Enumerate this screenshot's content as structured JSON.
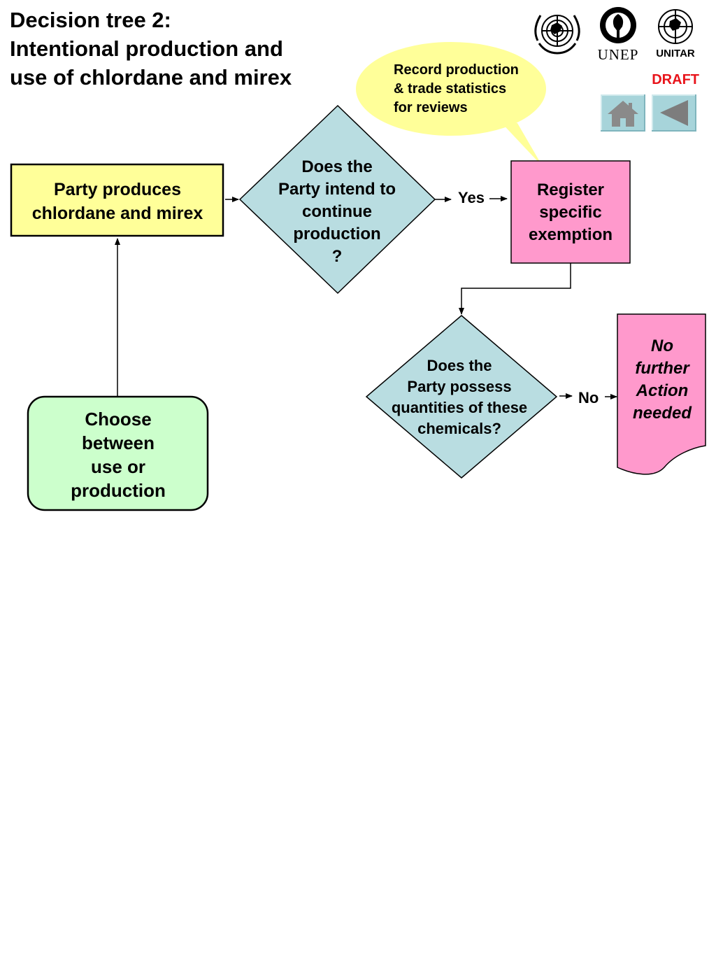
{
  "title": {
    "line1": "Decision tree 2:",
    "line2": "Intentional production and",
    "line3": "use of chlordane and mirex"
  },
  "draft_label": "DRAFT",
  "logos": {
    "un": "un-emblem",
    "unep_label": "UNEP",
    "unitar_label": "UNITAR"
  },
  "nav": {
    "home_icon": "home-icon",
    "back_icon": "back-arrow-icon"
  },
  "callout": {
    "line1": "Record production",
    "line2": "& trade statistics",
    "line3": "for reviews"
  },
  "nodes": {
    "party_produces": {
      "line1": "Party produces",
      "line2": "chlordane and mirex"
    },
    "intend_continue": {
      "line1": "Does the",
      "line2": "Party intend to",
      "line3": "continue",
      "line4": "production",
      "line5": "?"
    },
    "register": {
      "line1": "Register",
      "line2": "specific",
      "line3": "exemption"
    },
    "possess": {
      "line1": "Does the",
      "line2": "Party possess",
      "line3": "quantities of these",
      "line4": "chemicals?"
    },
    "no_further": {
      "line1": "No",
      "line2": "further",
      "line3": "Action",
      "line4": "needed"
    },
    "choose": {
      "line1": "Choose",
      "line2": "between",
      "line3": "use or",
      "line4": "production"
    }
  },
  "edge_labels": {
    "yes": "Yes",
    "no": "No"
  },
  "colors": {
    "yellow_box": "#ffff99",
    "diamond": "#b9dde1",
    "pink": "#ff99cc",
    "green": "#ccffcc",
    "callout": "#ffff99",
    "nav_button": "#a7d4da",
    "draft": "#e8141b"
  }
}
